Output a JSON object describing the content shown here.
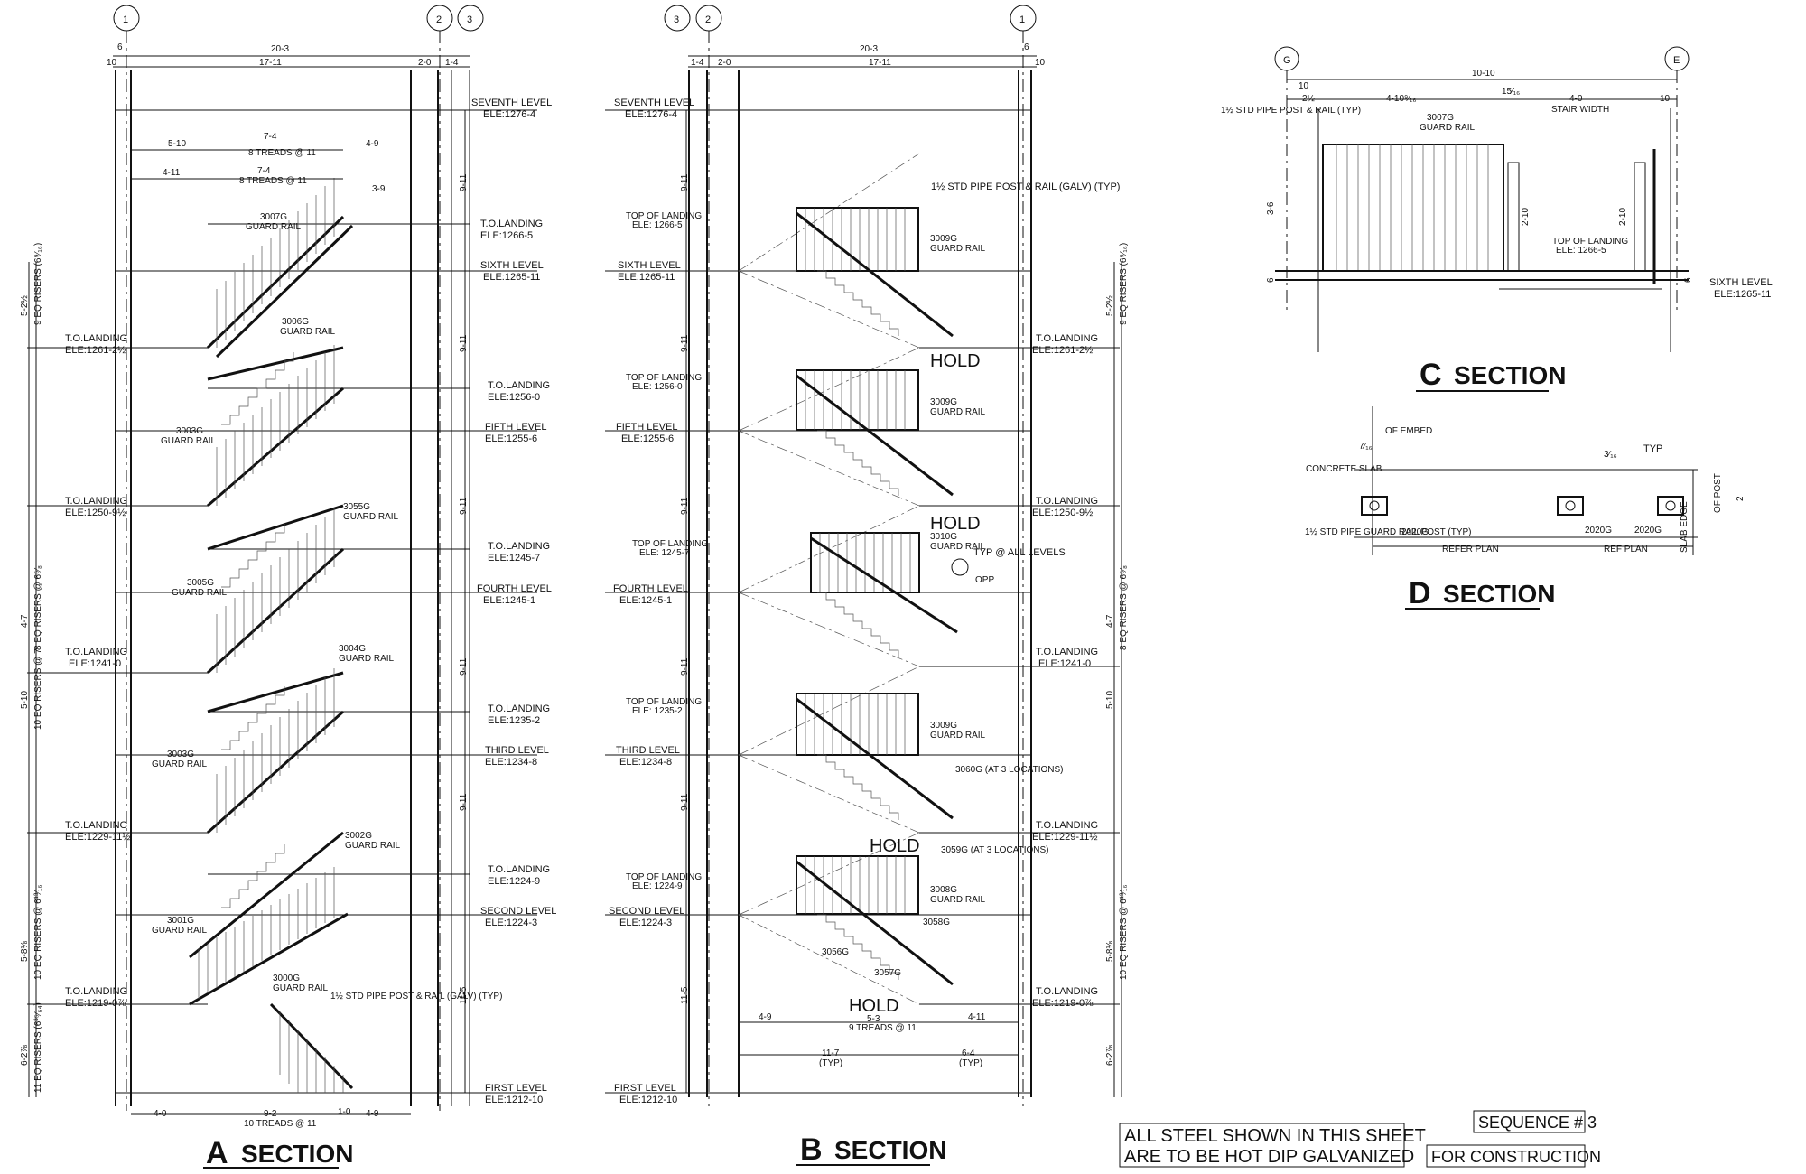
{
  "grid_bubbles": {
    "section_a": [
      "1",
      "2",
      "3"
    ],
    "section_b": [
      "3",
      "2",
      "1"
    ],
    "section_c": [
      "G",
      "E"
    ]
  },
  "section_titles": {
    "a_letter": "A",
    "a_word": "SECTION",
    "b_letter": "B",
    "b_word": "SECTION",
    "c_letter": "C",
    "c_word": "SECTION",
    "d_letter": "D",
    "d_word": "SECTION"
  },
  "levels": [
    {
      "name": "SEVENTH LEVEL",
      "ele": "ELE:1276-4"
    },
    {
      "name": "SIXTH LEVEL",
      "ele": "ELE:1265-11"
    },
    {
      "name": "FIFTH LEVEL",
      "ele": "ELE:1255-6"
    },
    {
      "name": "FOURTH LEVEL",
      "ele": "ELE:1245-1"
    },
    {
      "name": "THIRD LEVEL",
      "ele": "ELE:1234-8"
    },
    {
      "name": "SECOND LEVEL",
      "ele": "ELE:1224-3"
    },
    {
      "name": "FIRST LEVEL",
      "ele": "ELE:1212-10"
    }
  ],
  "landings_right": [
    {
      "name": "T.O.LANDING",
      "ele": "ELE:1266-5"
    },
    {
      "name": "T.O.LANDING",
      "ele": "ELE:1256-0"
    },
    {
      "name": "T.O.LANDING",
      "ele": "ELE:1245-7"
    },
    {
      "name": "T.O.LANDING",
      "ele": "ELE:1235-2"
    },
    {
      "name": "T.O.LANDING",
      "ele": "ELE:1224-9"
    }
  ],
  "landings_left": [
    {
      "name": "T.O.LANDING",
      "ele": "ELE:1261-2½"
    },
    {
      "name": "T.O.LANDING",
      "ele": "ELE:1250-9½"
    },
    {
      "name": "T.O.LANDING",
      "ele": "ELE:1241-0"
    },
    {
      "name": "T.O.LANDING",
      "ele": "ELE:1229-11½"
    },
    {
      "name": "T.O.LANDING",
      "ele": "ELE:1219-0⅞"
    }
  ],
  "dims_a_top": {
    "overall": "20-3",
    "left": "10",
    "mid": "17-11",
    "r1": "2-0",
    "r2": "1-4",
    "e1": "6",
    "e2": "6"
  },
  "dims_a_bottom": {
    "a": "4-0",
    "b": "9-2",
    "b_sub": "10 TREADS @ 11",
    "c": "1-0",
    "d": "4-9"
  },
  "dims_a_flights": [
    {
      "w": "5-10",
      "run": "7-4",
      "treads": "8 TREADS @ 11",
      "right": "4-9"
    },
    {
      "w": "4-11",
      "run": "7-4",
      "treads": "8 TREADS @ 11",
      "right": "3-9"
    }
  ],
  "rail_tags_a": [
    "3007G",
    "GUARD RAIL",
    "3006G",
    "GUARD RAIL",
    "3003G",
    "GUARD RAIL",
    "3055G",
    "GUARD RAIL",
    "3005G",
    "GUARD RAIL",
    "3004G",
    "GUARD RAIL",
    "3003G",
    "GUARD RAIL",
    "3002G",
    "GUARD RAIL",
    "3001G",
    "GUARD RAIL",
    "3000G",
    "GUARD RAIL"
  ],
  "rail_tags_b": [
    "3009G",
    "GUARD RAIL",
    "3009G",
    "GUARD RAIL",
    "3010G",
    "GUARD RAIL",
    "3009G",
    "GUARD RAIL",
    "3008G",
    "GUARD RAIL"
  ],
  "pipe_note": "1½ STD PIPE POST & RAIL (GALV) (TYP)",
  "side_dims_left": [
    "5-2½",
    "9 EQ RISERS (6⁹⁄₁₆)",
    "4-7",
    "8 EQ RISERS @ 6⁵⁄₈",
    "5-10",
    "10 EQ RISERS @ 7",
    "5-8⅛",
    "10 EQ RISERS @ 6¹³⁄₁₆",
    "6-2⅞",
    "11 EQ RISERS (6³⁵⁄₆₄)"
  ],
  "side_dims_mid": [
    "9-11",
    "9-11",
    "9-11",
    "9-11",
    "9-11",
    "11-5"
  ],
  "b_hold": [
    "HOLD",
    "HOLD",
    "HOLD",
    "HOLD"
  ],
  "b_top_of_landing": [
    "TOP OF LANDING",
    "ELE: 1266-5",
    "TOP OF LANDING",
    "ELE: 1256-0",
    "TOP OF LANDING",
    "ELE: 1245-7",
    "TOP OF LANDING",
    "ELE: 1235-2",
    "TOP OF LANDING",
    "ELE: 1224-9"
  ],
  "b_notes": {
    "pipe": "1½ STD PIPE POST & RAIL (GALV) (TYP)",
    "typ_all": "TYP @ ALL LEVELS",
    "opp": "OPP",
    "tag1": "3060G (AT 3 LOCATIONS)",
    "tag2": "3059G (AT 3 LOCATIONS)",
    "tag3": "3058G",
    "tag4": "3056G",
    "tag5": "3057G"
  },
  "b_bottom_dims": {
    "a": "4-9",
    "b": "5-3",
    "b_sub": "9 TREADS @ 11",
    "c": "4-11",
    "d": "11-7",
    "d_sub": "(TYP)",
    "e": "6-4",
    "e_sub": "(TYP)"
  },
  "section_c": {
    "overall": "10-10",
    "a": "10",
    "b": "2½",
    "c": "4-10⁹⁄₁₆",
    "d": "15⁄₁₆",
    "e": "4-0",
    "f": "10",
    "stair_width": "STAIR WIDTH",
    "pipe": "1½ STD PIPE POST & RAIL (TYP)",
    "tag": "3007G",
    "tag2": "GUARD RAIL",
    "h1": "3-6",
    "h2": "6",
    "h3": "2-10",
    "h4": "2-10",
    "h5": "6",
    "top_landing": "TOP OF LANDING",
    "top_landing_ele": "ELE: 1266-5",
    "level": "SIXTH LEVEL",
    "level_ele": "ELE:1265-11"
  },
  "section_d": {
    "embed": "OF EMBED",
    "slab": "CONCRETE SLAB",
    "frac": "7⁄₁₆",
    "weld": "3⁄₁₆",
    "typ": "TYP",
    "post": "1½ STD PIPE GUARD RAIL POST (TYP)",
    "plate1": "2020G",
    "plate2": "2020G",
    "plate3": "2020G",
    "refer": "REFER PLAN",
    "ref": "REF PLAN",
    "edge": "SLAB EDGE",
    "cl_post": "OF POST",
    "two": "2"
  },
  "general_note": [
    "ALL STEEL SHOWN IN THIS SHEET",
    "ARE TO BE HOT DIP GALVANIZED"
  ],
  "sequence": "SEQUENCE # 3",
  "status": "FOR CONSTRUCTION"
}
